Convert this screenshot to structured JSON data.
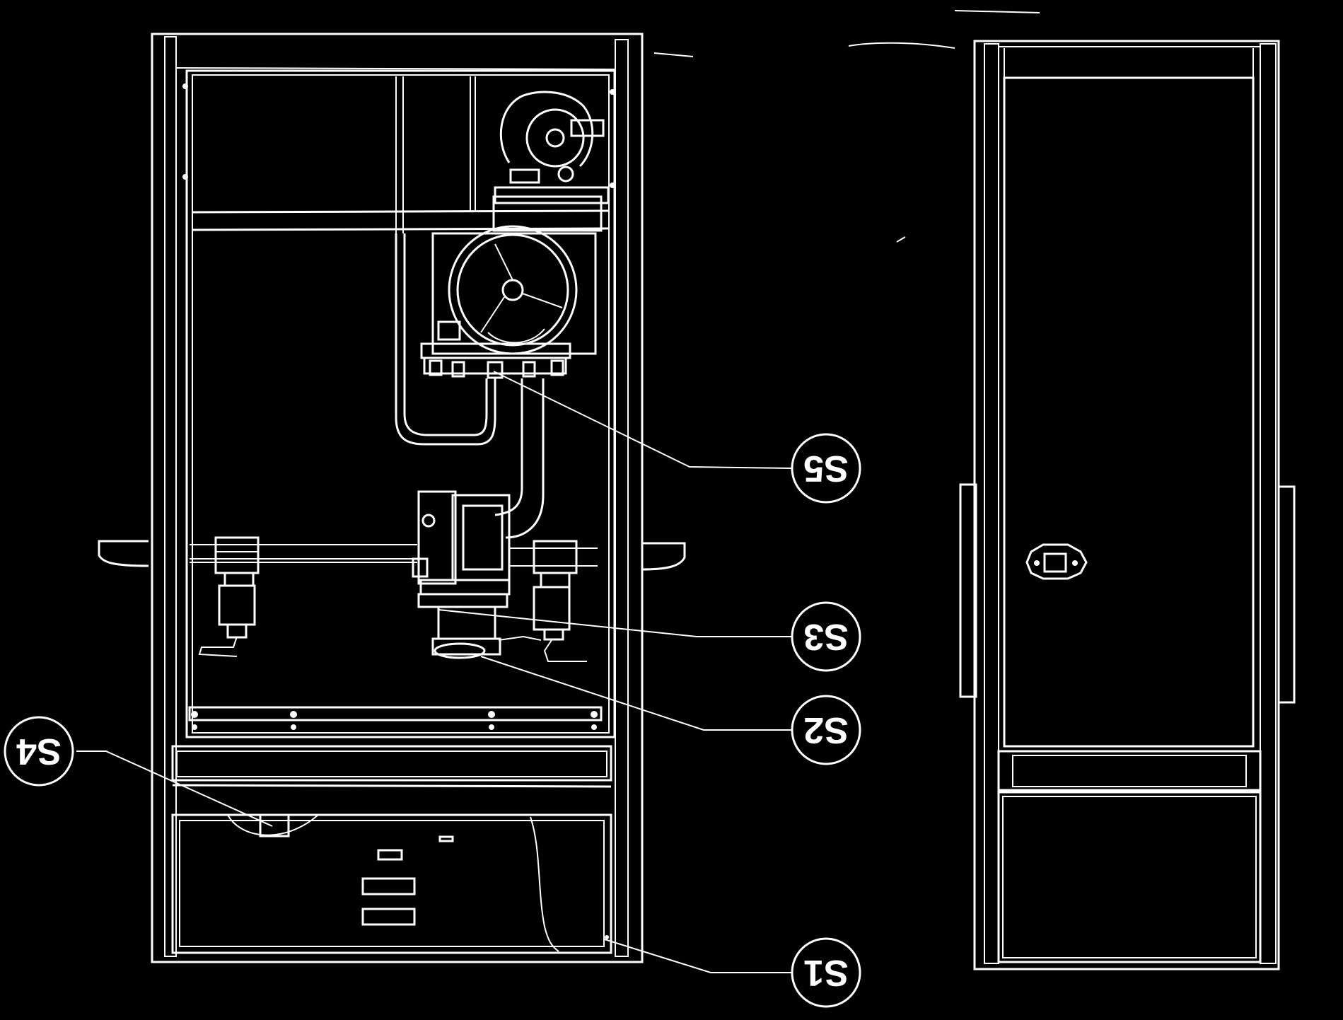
{
  "callouts": [
    {
      "id": "S5",
      "label": "S5"
    },
    {
      "id": "S3",
      "label": "S3"
    },
    {
      "id": "S2",
      "label": "S2"
    },
    {
      "id": "S4",
      "label": "S4"
    },
    {
      "id": "S1",
      "label": "S1"
    }
  ],
  "colors": {
    "background": "#000000",
    "line": "#ffffff"
  }
}
